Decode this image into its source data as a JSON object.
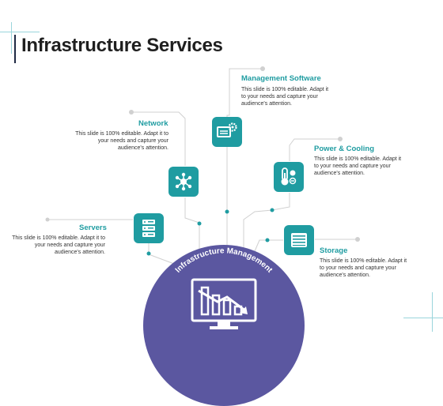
{
  "title": "Infrastructure Services",
  "hub_label": "Infrastructure Management",
  "nodes": [
    {
      "label": "Management Software",
      "text": "This slide is 100% editable. Adapt it to your needs and capture your audience's attention.",
      "icon": "monitor-gear-icon"
    },
    {
      "label": "Network",
      "text": "This slide is 100% editable. Adapt it to your needs and capture your audience's attention.",
      "icon": "network-icon"
    },
    {
      "label": "Power & Cooling",
      "text": "This slide is 100% editable. Adapt it to your needs and capture your audience's attention.",
      "icon": "thermometer-icon"
    },
    {
      "label": "Servers",
      "text": "This slide is 100% editable. Adapt it to your needs and capture your audience's attention.",
      "icon": "server-icon"
    },
    {
      "label": "Storage",
      "text": "This slide is 100% editable. Adapt it to your needs and capture your audience's attention.",
      "icon": "storage-icon"
    }
  ],
  "colors": {
    "accent": "#1f9ca1",
    "hub": "#5b57a0",
    "line": "#d0d0d0"
  }
}
